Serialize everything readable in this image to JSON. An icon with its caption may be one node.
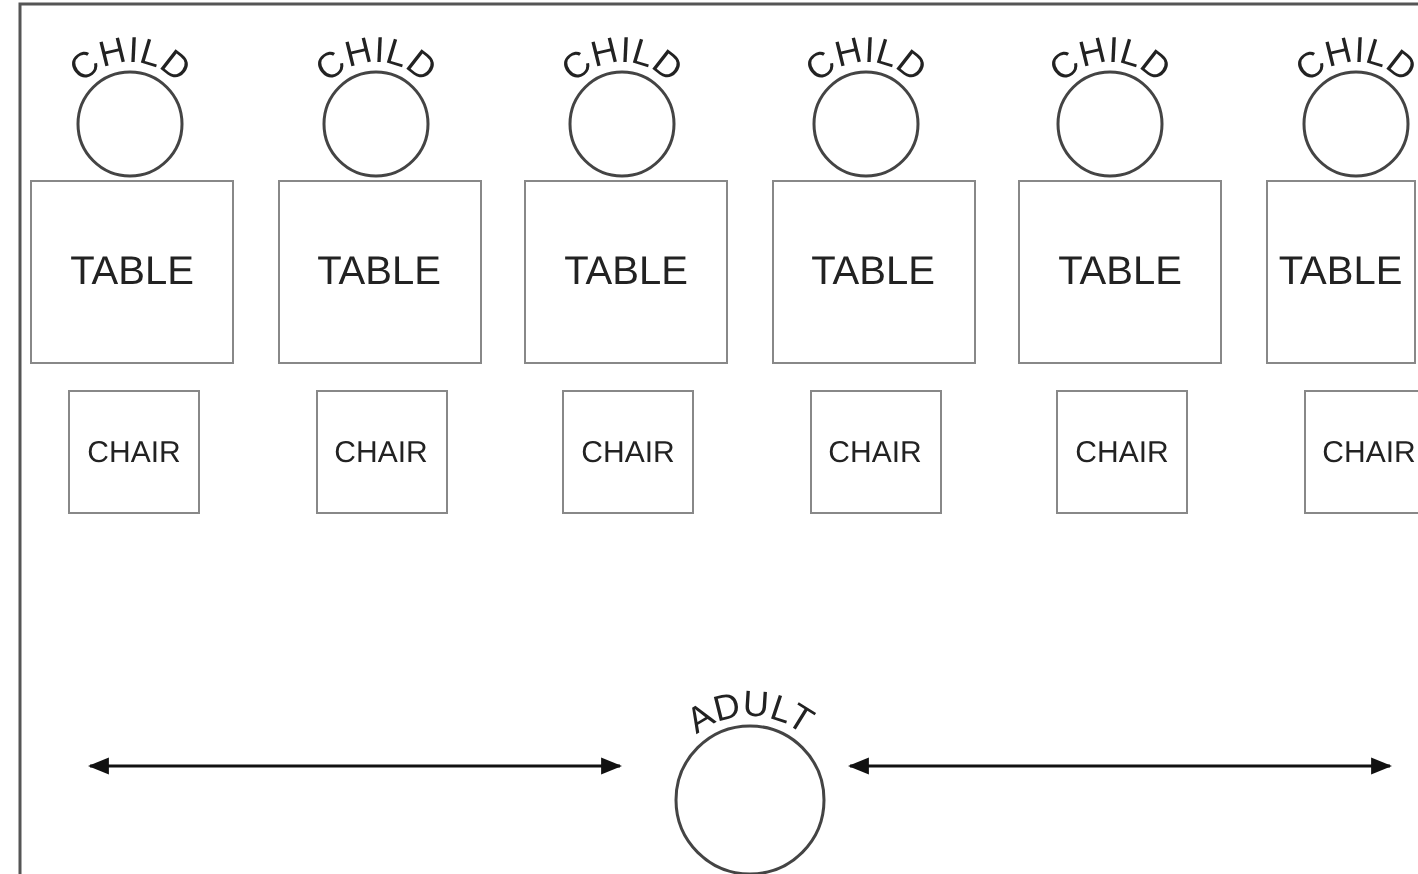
{
  "diagram": {
    "nodes": [
      {
        "text": [
          "CHILD"
        ]
      },
      {
        "text": [
          "CHILD"
        ]
      },
      {
        "text": [
          "CHILD"
        ]
      },
      {
        "text": [
          "CHILD"
        ]
      },
      {
        "text": [
          "CHILD"
        ]
      },
      {
        "text": [
          "CHILD"
        ]
      },
      {
        "text": [
          "TABLE"
        ]
      },
      {
        "text": [
          "TABLE"
        ]
      },
      {
        "text": [
          "TABLE"
        ]
      },
      {
        "text": [
          "TABLE"
        ]
      },
      {
        "text": [
          "TABLE"
        ]
      },
      {
        "text": [
          "TABLE"
        ]
      },
      {
        "text": [
          "CHAIR"
        ]
      },
      {
        "text": [
          "CHAIR"
        ]
      },
      {
        "text": [
          "CHAIR"
        ]
      },
      {
        "text": [
          "CHAIR"
        ]
      },
      {
        "text": [
          "CHAIR"
        ]
      },
      {
        "text": [
          "CHAIR"
        ]
      },
      {
        "text": [
          "ADULT"
        ]
      }
    ]
  }
}
